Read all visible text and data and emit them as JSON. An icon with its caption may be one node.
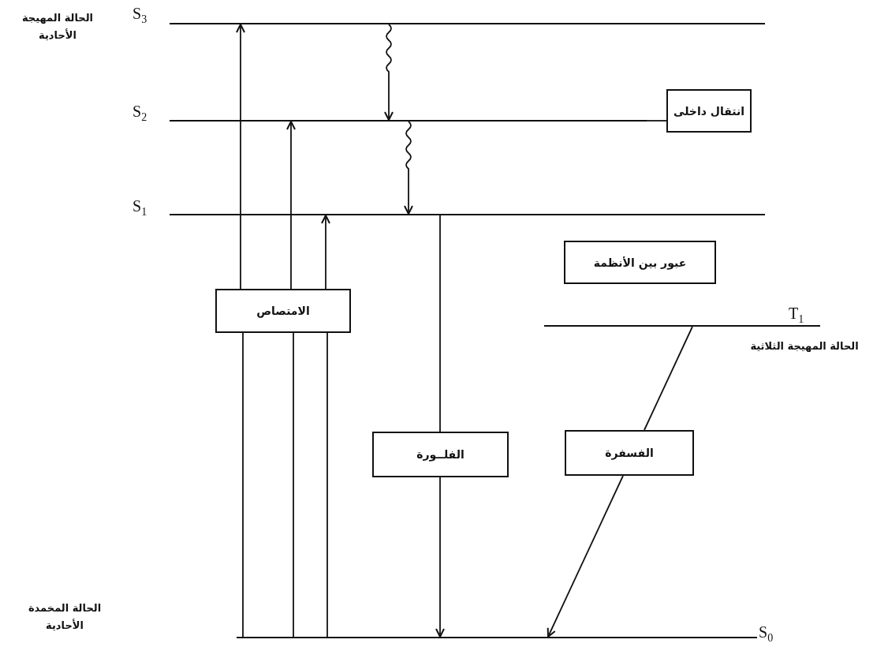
{
  "diagram": {
    "nodes": [
      {
        "text": [],
        "shape": "bar",
        "beside": [
          "S$_{3}$"
        ]
      },
      {
        "text": [],
        "shape": "bar",
        "beside": [
          "S$_{2}$"
        ]
      },
      {
        "text": [
          "انتقال داخلى"
        ]
      },
      {
        "text": [],
        "shape": "bar",
        "beside": [
          "S$_{1}$"
        ]
      },
      {
        "text": [
          "عبور بين الأنظمة"
        ]
      },
      {
        "text": [
          "الامتصاص"
        ]
      },
      {
        "text": [],
        "shape": "bar",
        "beside": [
          "T$_{1}$"
        ]
      },
      {
        "text": [
          "الفلــورة"
        ]
      },
      {
        "text": [
          "الفسفرة"
        ]
      },
      {
        "text": [],
        "shape": "bar",
        "beside": [
          "S$_{0}$"
        ]
      }
    ],
    "labels": [
      "الحالة المهيجة الأحادية",
      "الحالة المهيجة الثلاثية",
      "الحالة المخمدة الأحادية"
    ],
    "edges": [
      {
        "from": 9,
        "to": 5,
        "arrow": "none"
      },
      {
        "from": 9,
        "to": 5,
        "arrow": "none"
      },
      {
        "from": 9,
        "to": 5,
        "arrow": "none"
      },
      {
        "from": 5,
        "to": 0,
        "arrow": "to"
      },
      {
        "from": 5,
        "to": 1,
        "arrow": "to"
      },
      {
        "from": 5,
        "to": 3,
        "arrow": "to"
      },
      {
        "from": 0,
        "to": 1,
        "arrow": "to"
      },
      {
        "from": 1,
        "to": 3,
        "arrow": "to"
      },
      {
        "from": 1,
        "to": 2,
        "arrow": "none"
      },
      {
        "from": 3,
        "to": 7,
        "arrow": "none"
      },
      {
        "from": 7,
        "to": 9,
        "arrow": "to"
      },
      {
        "from": 6,
        "to": 8,
        "arrow": "none"
      },
      {
        "from": 8,
        "to": 9,
        "arrow": "to"
      }
    ]
  }
}
